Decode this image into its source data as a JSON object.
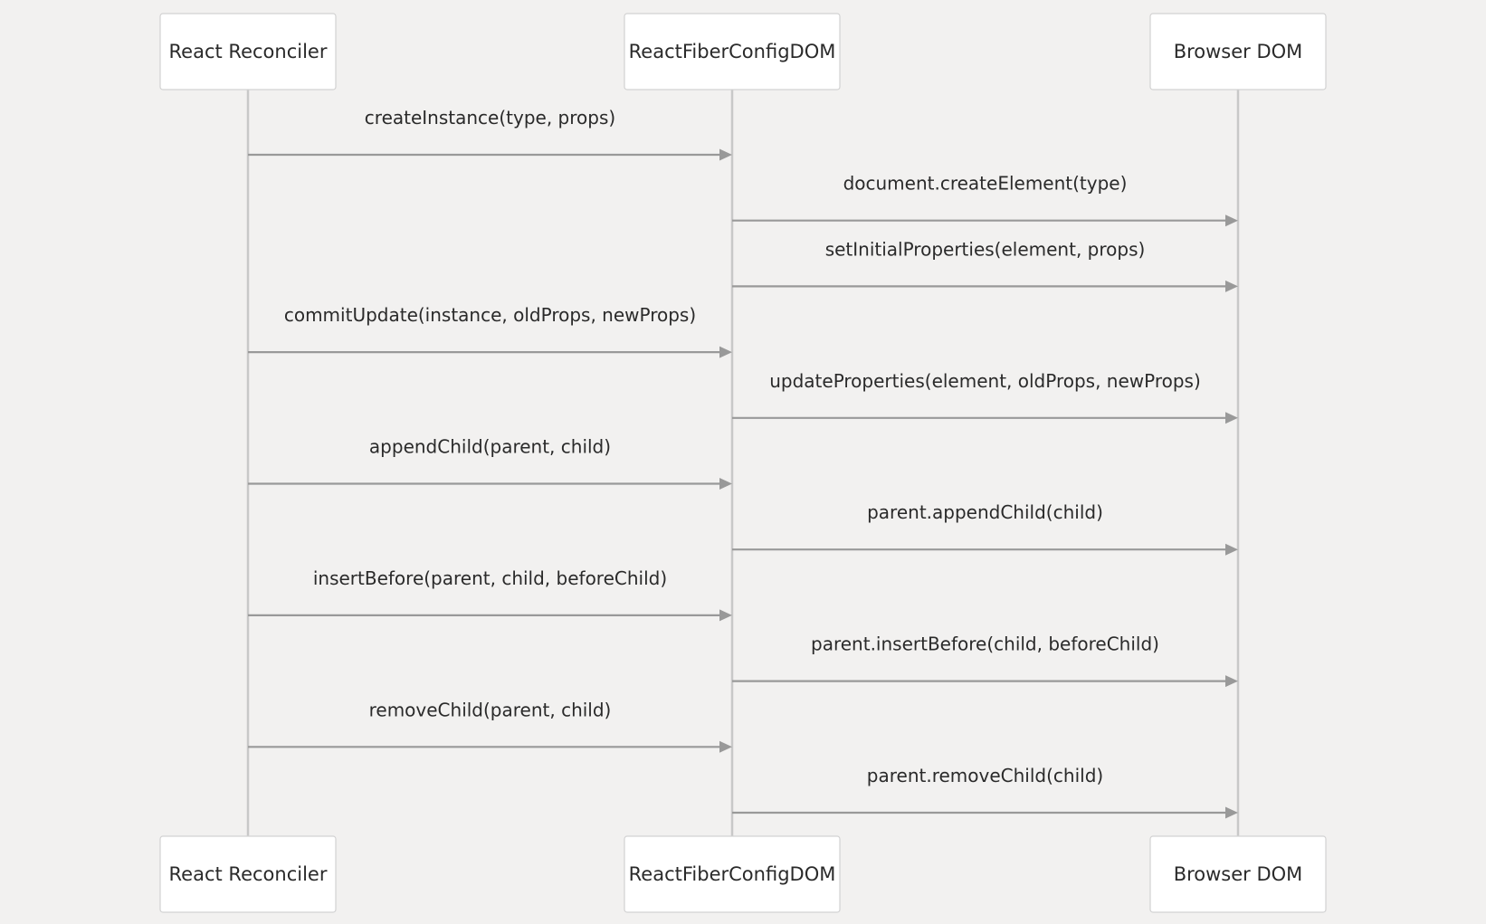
{
  "participants": [
    {
      "id": "reconciler",
      "label": "React Reconciler"
    },
    {
      "id": "config",
      "label": "ReactFiberConfigDOM"
    },
    {
      "id": "dom",
      "label": "Browser DOM"
    }
  ],
  "messages": [
    {
      "from": "reconciler",
      "to": "config",
      "label": "createInstance(type, props)"
    },
    {
      "from": "config",
      "to": "dom",
      "label": "document.createElement(type)"
    },
    {
      "from": "config",
      "to": "dom",
      "label": "setInitialProperties(element, props)"
    },
    {
      "from": "reconciler",
      "to": "config",
      "label": "commitUpdate(instance, oldProps, newProps)"
    },
    {
      "from": "config",
      "to": "dom",
      "label": "updateProperties(element, oldProps, newProps)"
    },
    {
      "from": "reconciler",
      "to": "config",
      "label": "appendChild(parent, child)"
    },
    {
      "from": "config",
      "to": "dom",
      "label": "parent.appendChild(child)"
    },
    {
      "from": "reconciler",
      "to": "config",
      "label": "insertBefore(parent, child, beforeChild)"
    },
    {
      "from": "config",
      "to": "dom",
      "label": "parent.insertBefore(child, beforeChild)"
    },
    {
      "from": "reconciler",
      "to": "config",
      "label": "removeChild(parent, child)"
    },
    {
      "from": "config",
      "to": "dom",
      "label": "parent.removeChild(child)"
    }
  ],
  "colors": {
    "background": "#f2f1f0",
    "actor_fill": "#ffffff",
    "actor_border": "#d2d2d2",
    "lifeline": "#c8c8c8",
    "arrow": "#999999",
    "text": "#2a2a2a"
  }
}
